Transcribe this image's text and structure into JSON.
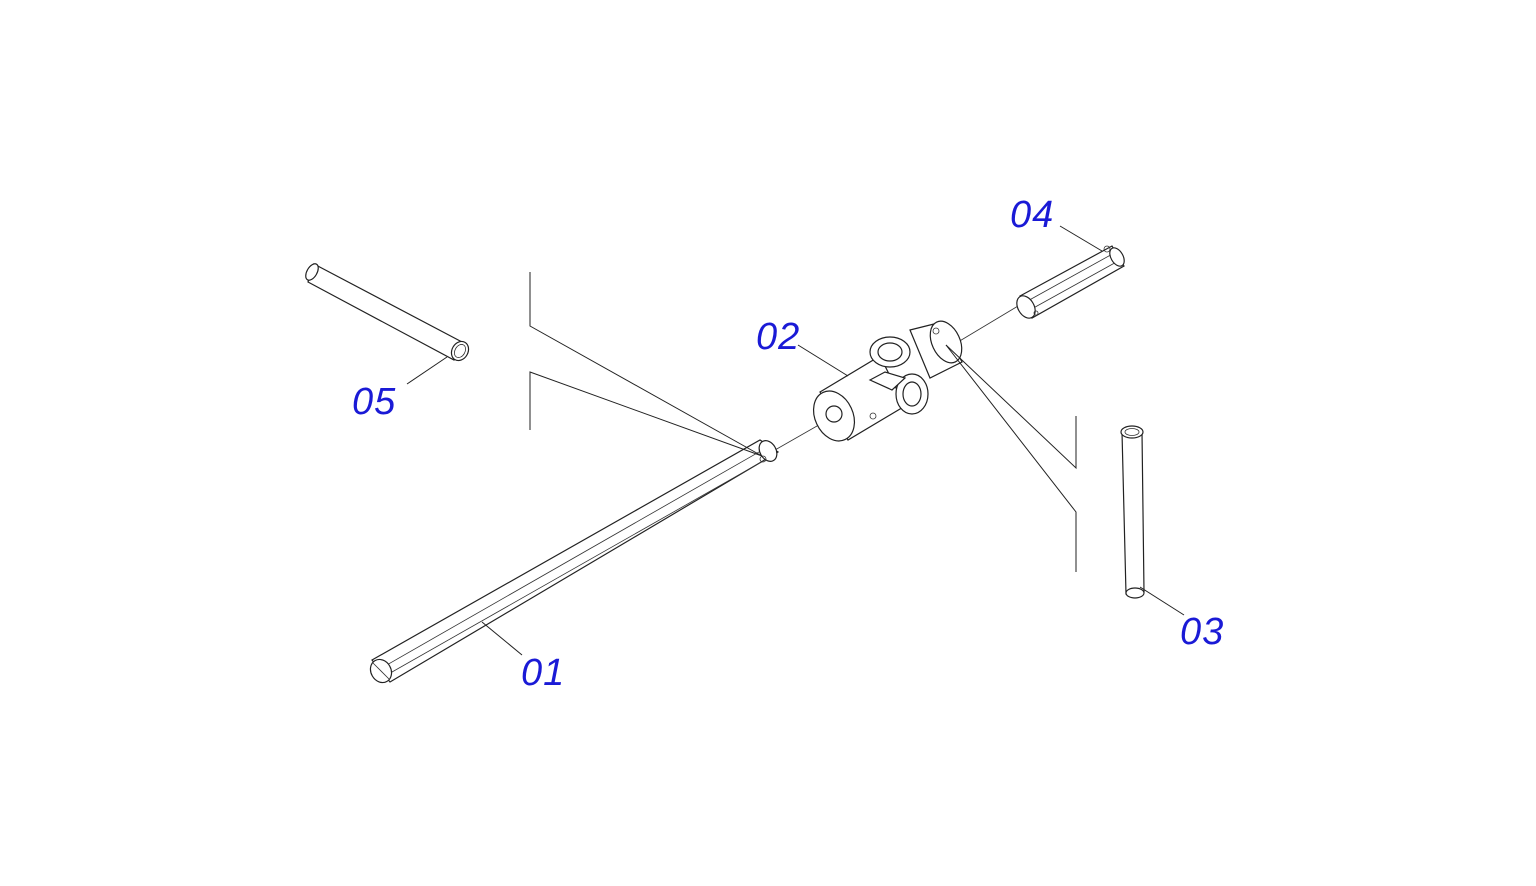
{
  "colors": {
    "callout_text": "#1a1ad6",
    "line": "#222222",
    "background": "#ffffff"
  },
  "callouts": {
    "p01": "01",
    "p02": "02",
    "p03": "03",
    "p04": "04",
    "p05": "05"
  }
}
